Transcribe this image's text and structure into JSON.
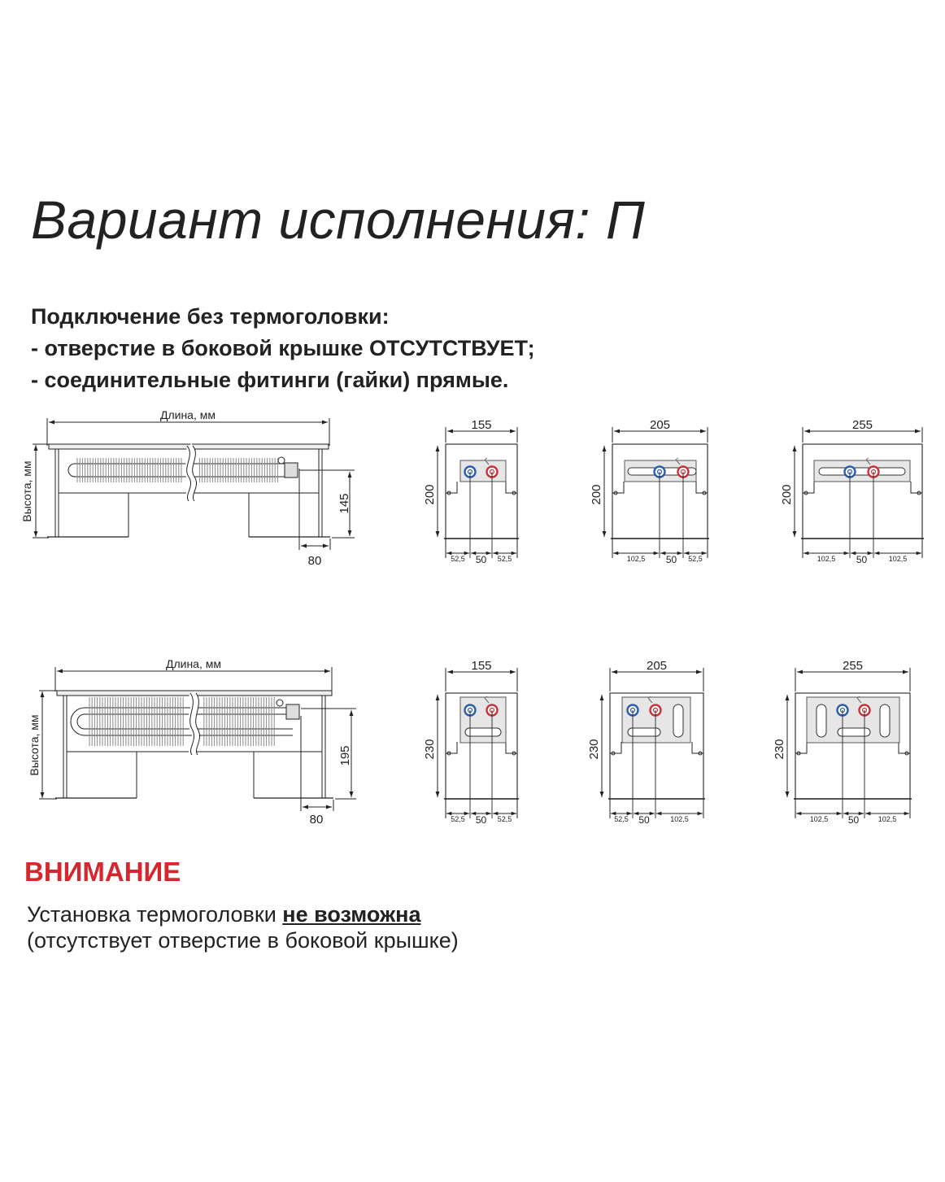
{
  "title": "Вариант исполнения: П",
  "connection": {
    "heading": "Подключение без термоголовки:",
    "line1": "- отверстие в боковой крышке ОТСУТСТВУЕТ;",
    "line2": "- соединительные фитинги (гайки) прямые."
  },
  "views": {
    "length_label": "Длина, мм",
    "height_label": "Высота, мм",
    "row1_side_height": "145",
    "row1_side_offset": "80",
    "row2_side_height": "195",
    "row2_side_offset": "80"
  },
  "ends": [
    {
      "width": "155",
      "height": "200",
      "left": "52,5",
      "mid": "50",
      "right": "52,5"
    },
    {
      "width": "205",
      "height": "200",
      "left": "102,5",
      "mid": "50",
      "right": "52,5"
    },
    {
      "width": "255",
      "height": "200",
      "left": "102,5",
      "mid": "50",
      "right": "102,5"
    },
    {
      "width": "155",
      "height": "230",
      "left": "52,5",
      "mid": "50",
      "right": "52,5"
    },
    {
      "width": "205",
      "height": "230",
      "left": "52,5",
      "mid": "50",
      "right": "102,5"
    },
    {
      "width": "255",
      "height": "230",
      "left": "102,5",
      "mid": "50",
      "right": "102,5"
    }
  ],
  "warning": {
    "heading": "ВНИМАНИЕ",
    "text_before": "Установка термоголовки ",
    "text_emph": "не возможна",
    "text_line2": "(отсутствует отверстие в боковой крышке)"
  },
  "colors": {
    "warning": "#d6262e",
    "supply": "#2a5db0",
    "return": "#c8323a"
  }
}
